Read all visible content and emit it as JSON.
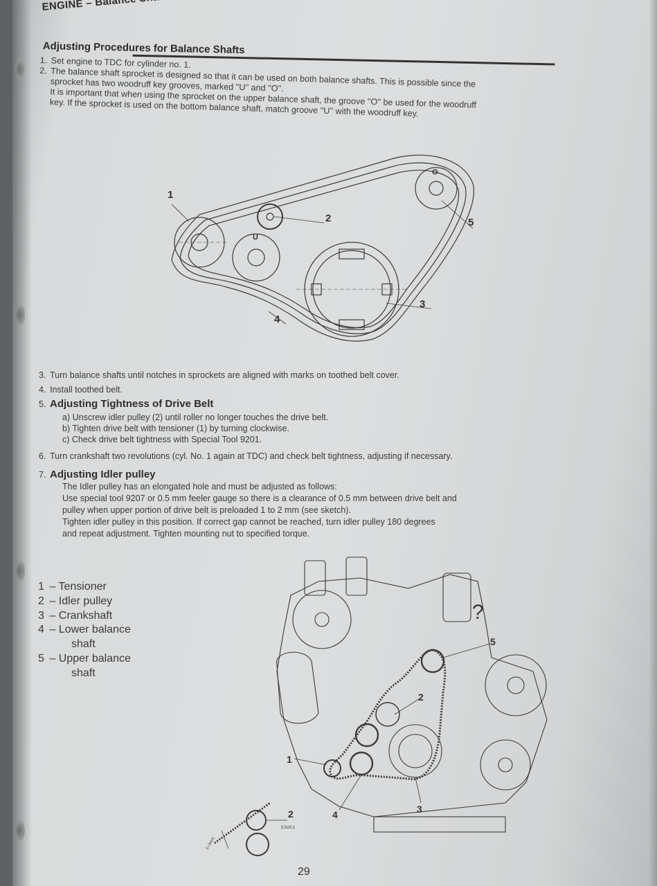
{
  "header": {
    "title": "ENGINE – Balance Shafts"
  },
  "section": {
    "title": "Adjusting Procedures for Balance Shafts"
  },
  "steps_top": [
    {
      "num": "1.",
      "lines": [
        "Set engine to TDC for cylinder no. 1."
      ]
    },
    {
      "num": "2.",
      "lines": [
        "The balance shaft sprocket is designed so that it can be used on both balance shafts. This is possible since the",
        "sprocket has two woodruff key grooves, marked ''U'' and ''O''.",
        "It is important that when using the sprocket on the upper balance shaft, the groove ''O'' be used for the woodruff",
        "key. If the sprocket is used on the bottom balance shaft, match groove ''U'' with the woodruff key."
      ]
    }
  ],
  "diagram1": {
    "callouts": [
      "1",
      "2",
      "3",
      "4",
      "5"
    ],
    "marks": [
      "O",
      "U"
    ]
  },
  "steps_mid": {
    "step3": {
      "num": "3.",
      "text": "Turn balance shafts until notches in sprockets are aligned with marks on toothed belt cover."
    },
    "step4": {
      "num": "4.",
      "text": "Install toothed belt."
    },
    "step5": {
      "num": "5.",
      "title": "Adjusting Tightness of Drive Belt",
      "items": [
        "a) Unscrew idler pulley (2) until roller no longer touches the drive belt.",
        "b) Tighten drive belt with tensioner (1) by turning clockwise.",
        "c) Check drive belt tightness with Special Tool 9201."
      ]
    },
    "step6": {
      "num": "6.",
      "text": "Turn crankshaft two revolutions (cyl. No. 1 again at TDC) and check belt tightness, adjusting if necessary."
    },
    "step7": {
      "num": "7.",
      "title": "Adjusting Idler pulley",
      "lines": [
        "The Idler pulley has an elongated hole and must be adjusted as follows:",
        "Use special tool 9207 or 0.5 mm feeler gauge so there is a clearance of 0.5 mm between drive belt and",
        "pulley when upper portion of drive belt is preloaded 1 to 2 mm (see sketch).",
        "Tighten idler pulley in this position. If correct gap cannot be reached, turn idler pulley 180 degrees",
        "and repeat adjustment. Tighten mounting nut to specified torque."
      ]
    }
  },
  "legend": [
    {
      "num": "1",
      "lines": [
        "Tensioner"
      ]
    },
    {
      "num": "2",
      "lines": [
        "Idler pulley"
      ]
    },
    {
      "num": "3",
      "lines": [
        "Crankshaft"
      ]
    },
    {
      "num": "4",
      "lines": [
        "Lower balance",
        "shaft"
      ]
    },
    {
      "num": "5",
      "lines": [
        "Upper balance",
        "shaft"
      ]
    }
  ],
  "diagram2": {
    "callouts": [
      "1",
      "2",
      "3",
      "4",
      "5"
    ],
    "sketch_callout": "2",
    "sketch_gap": "0,5±0,1",
    "sketch_preload": "1÷2mm",
    "question_mark": "?"
  },
  "footer": {
    "page_number": "29"
  }
}
